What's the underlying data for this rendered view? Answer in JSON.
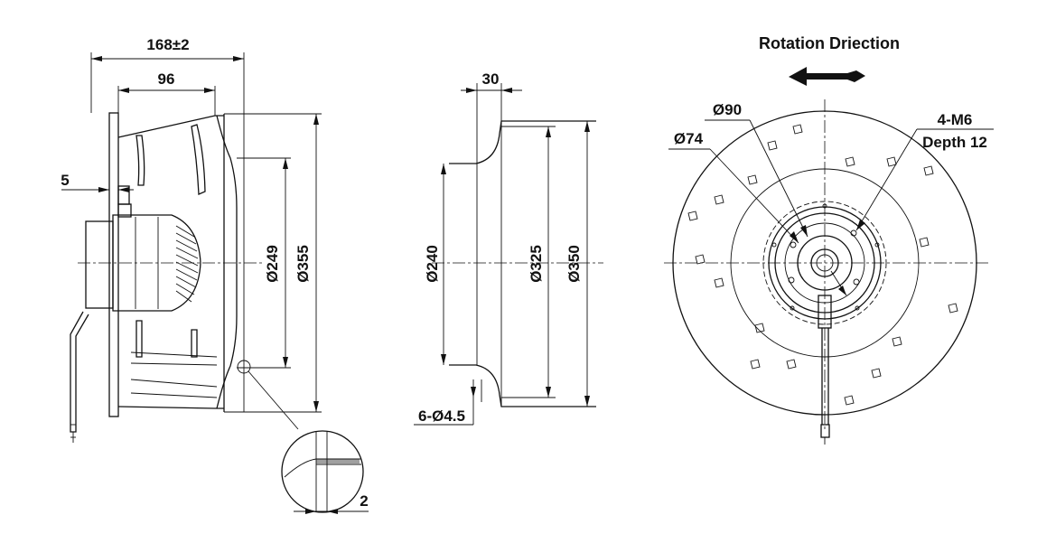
{
  "side_view": {
    "overall_length": "168±2",
    "inner_length": "96",
    "flange_thickness": "5",
    "diameter_inner": "Ø249",
    "diameter_outer": "Ø355",
    "detail_wall": "2"
  },
  "section_view": {
    "width": "30",
    "diameter_inlet": "Ø240",
    "diameter_pitch": "Ø325",
    "diameter_outer": "Ø350",
    "holes": "6-Ø4.5"
  },
  "front_view": {
    "rotation_label": "Rotation Driection",
    "hub_diameter_90": "Ø90",
    "hub_diameter_74": "Ø74",
    "thread_spec": "4-M6",
    "thread_depth": "Depth 12"
  }
}
